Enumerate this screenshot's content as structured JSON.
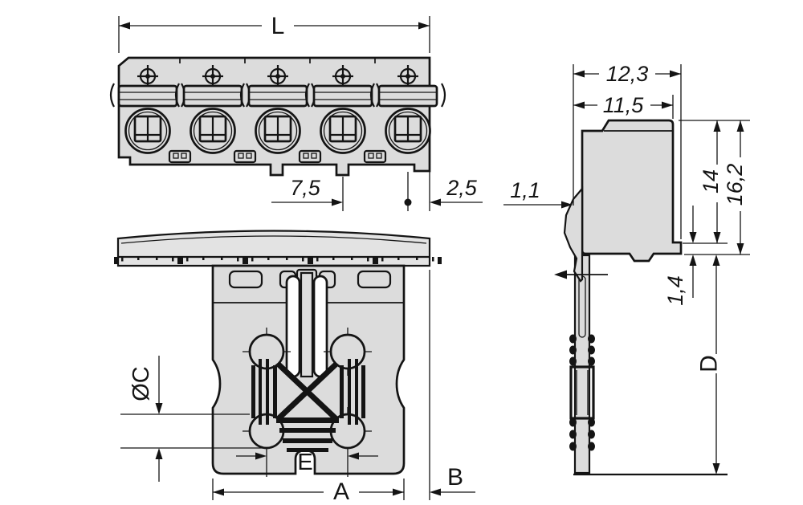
{
  "drawing": {
    "background": "#ffffff",
    "line_color": "#141414",
    "body_fill": "#dcdcdc",
    "plate_fill": "#e3e3e3",
    "views": {
      "top_view": {
        "name": "top view",
        "pole_count": 5,
        "dims": {
          "length": "L",
          "pitch": "7,5",
          "edge_offset": "2,5"
        }
      },
      "front_view": {
        "name": "front view",
        "dims": {
          "pin_diameter": "ØC",
          "pin_spacing": "E",
          "body_width": "A",
          "plate_overhang": "B"
        }
      },
      "side_view": {
        "name": "side view",
        "dims": {
          "depth_total": "12,3",
          "depth_body": "11,5",
          "latch_offset": "1,1",
          "height_total": "16,2",
          "height_body": "14",
          "standoff": "1,4",
          "pin_length": "D"
        }
      }
    }
  }
}
